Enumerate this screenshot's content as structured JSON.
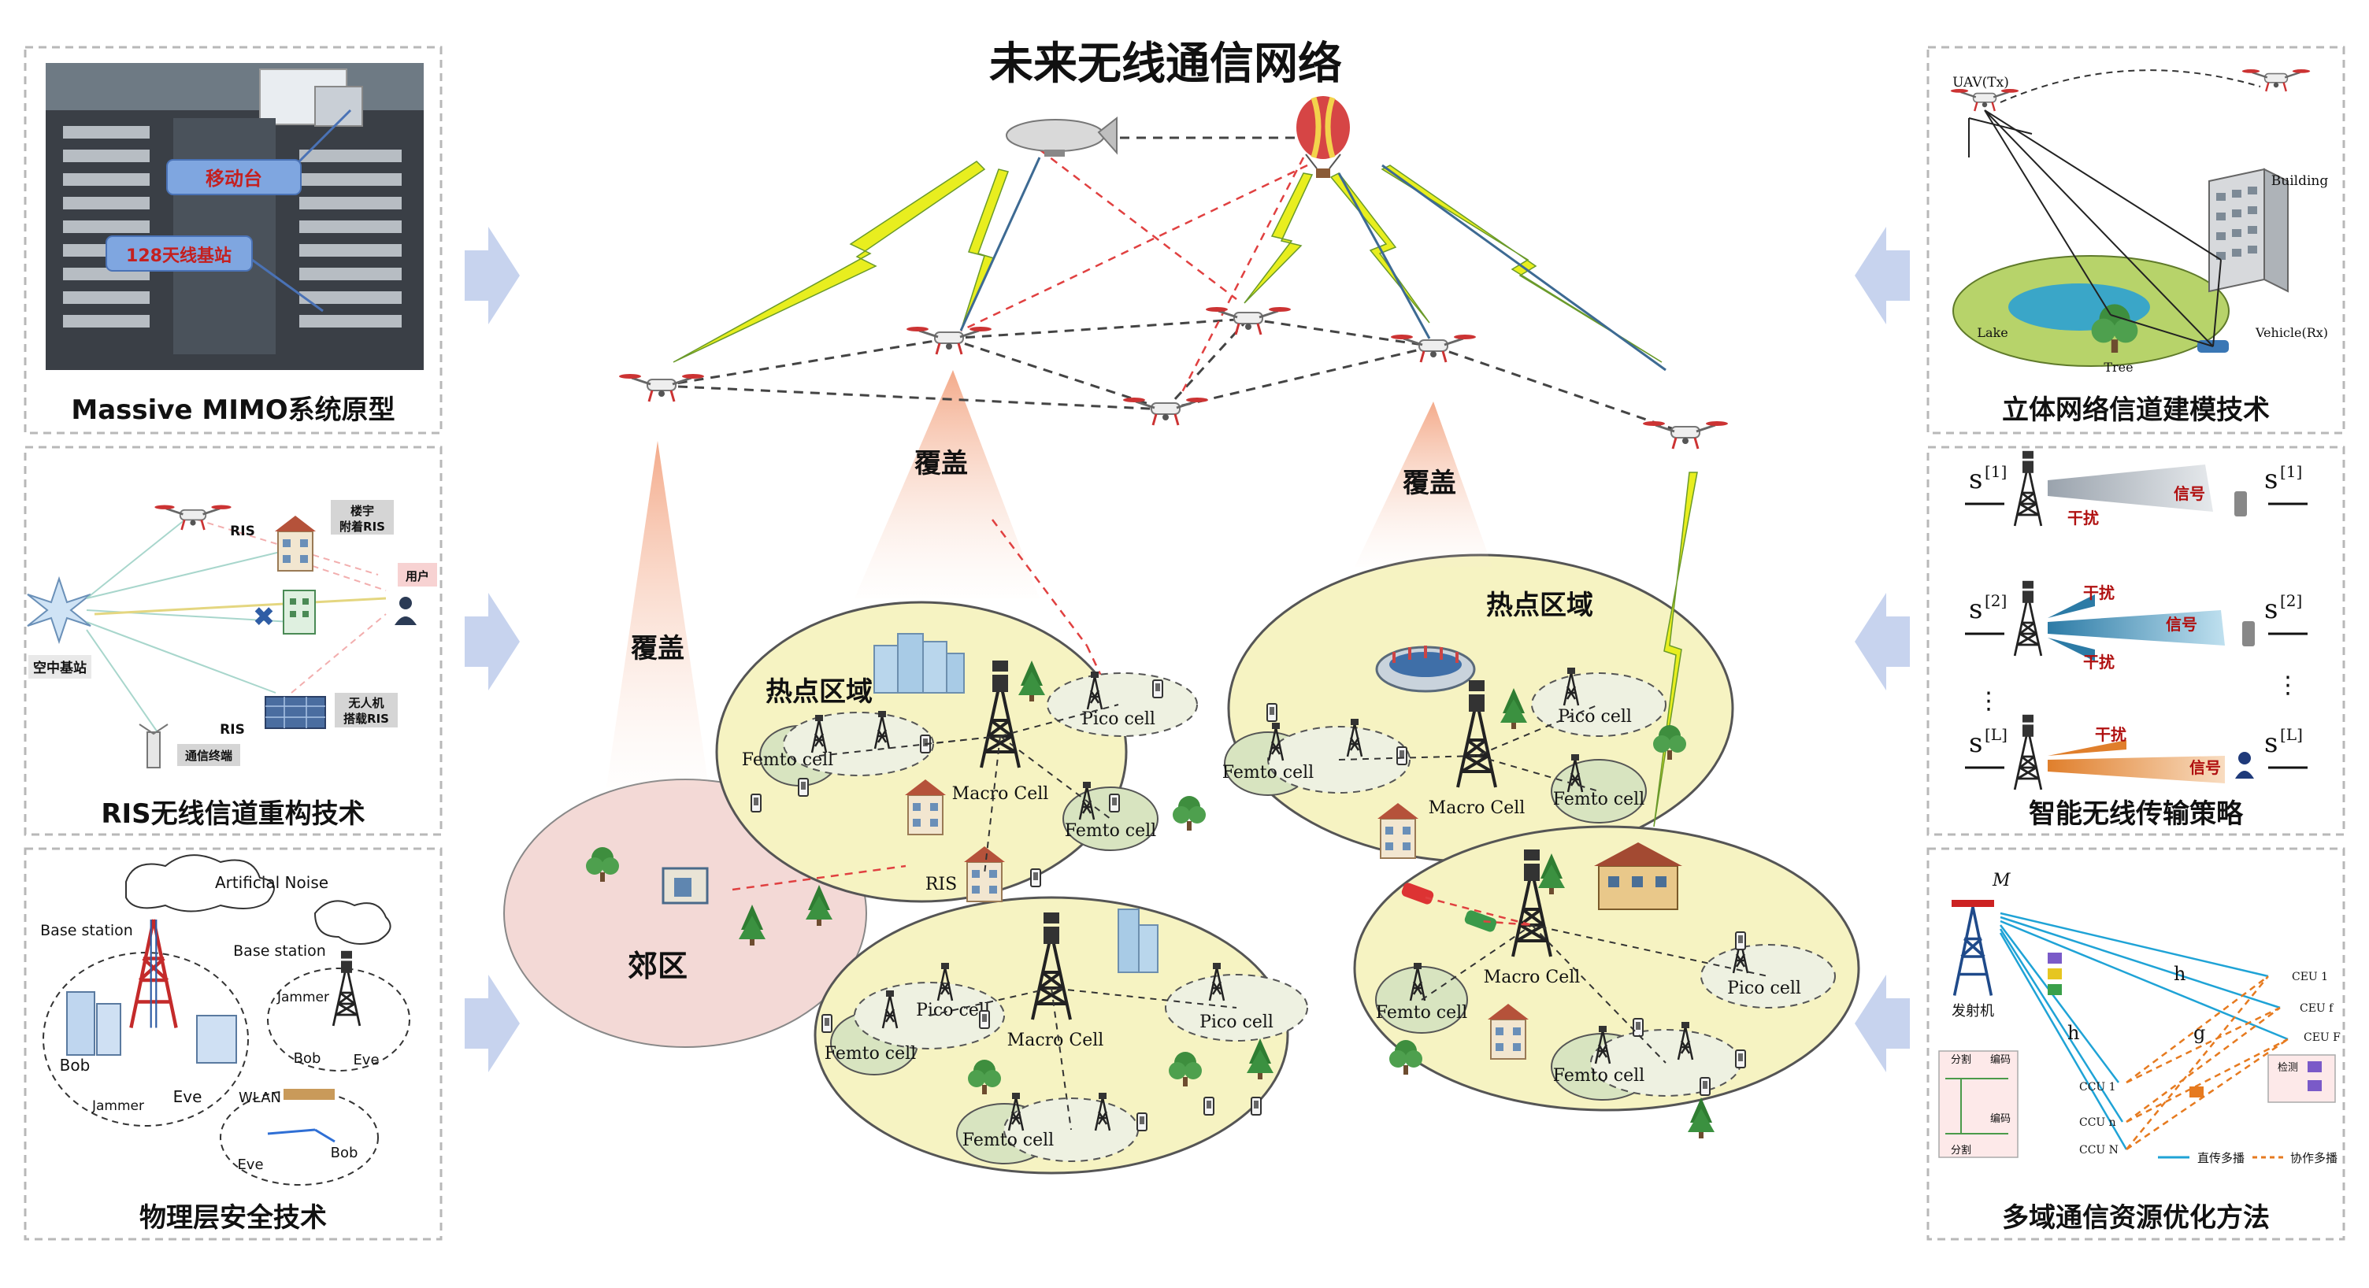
{
  "main_title": "未来无线通信网络",
  "labels": {
    "coverage": "覆盖",
    "hotspot": "热点区域",
    "suburb": "郊区",
    "macro_cell": "Macro Cell",
    "pico_cell": "Pico cell",
    "femto_cell": "Femto cell",
    "ris": "RIS"
  },
  "left_panels": {
    "mimo": {
      "title": "Massive MIMO系统原型",
      "label_mobile": "移动台",
      "label_bs": "128天线基站"
    },
    "ris": {
      "title": "RIS无线信道重构技术",
      "label_building_ris": "楼宇附着RIS",
      "label_building_ris_1": "楼宇",
      "label_building_ris_2": "附着RIS",
      "label_user": "用户",
      "label_air_bs": "空中基站",
      "label_uav_ris_1": "无人机",
      "label_uav_ris_2": "搭载RIS",
      "label_terminal": "通信终端",
      "label_ris": "RIS"
    },
    "phy": {
      "title": "物理层安全技术",
      "artificial_noise": "Artificial Noise",
      "base_station": "Base station",
      "jammer": "Jammer",
      "bob": "Bob",
      "eve": "Eve",
      "wlan": "WLAN"
    }
  },
  "right_panels": {
    "channel": {
      "title": "立体网络信道建模技术",
      "uav": "UAV(Tx)",
      "building": "Building",
      "lake": "Lake",
      "tree": "Tree",
      "vehicle": "Vehicle(Rx)"
    },
    "transmission": {
      "title": "智能无线传输策略",
      "signal": "信号",
      "interference": "干扰",
      "s1": "s",
      "sup1": "[1]",
      "sup2": "[2]",
      "supL": "[L]"
    },
    "resource": {
      "title": "多域通信资源优化方法",
      "transmitter": "发射机",
      "direct": "直传多播",
      "coop": "协作多播",
      "split": "分割",
      "encode": "编码",
      "detect": "检测",
      "M": "M",
      "ceu1": "CEU 1",
      "ceuf": "CEU f",
      "ceuF": "CEU F",
      "ccu1": "CCU 1",
      "ccun": "CCU n",
      "ccuN": "CCU N",
      "h_f": "h",
      "h_n": "h",
      "g_f": "g"
    }
  },
  "colors": {
    "zone_fill": "#f6f3c2",
    "zone_stroke": "#555555",
    "suburb_fill": "#f3d9d6",
    "arrow_fill": "#c7d3ee",
    "cell_fill": "#d8e4c0",
    "lightning": "#e8ee1f"
  }
}
